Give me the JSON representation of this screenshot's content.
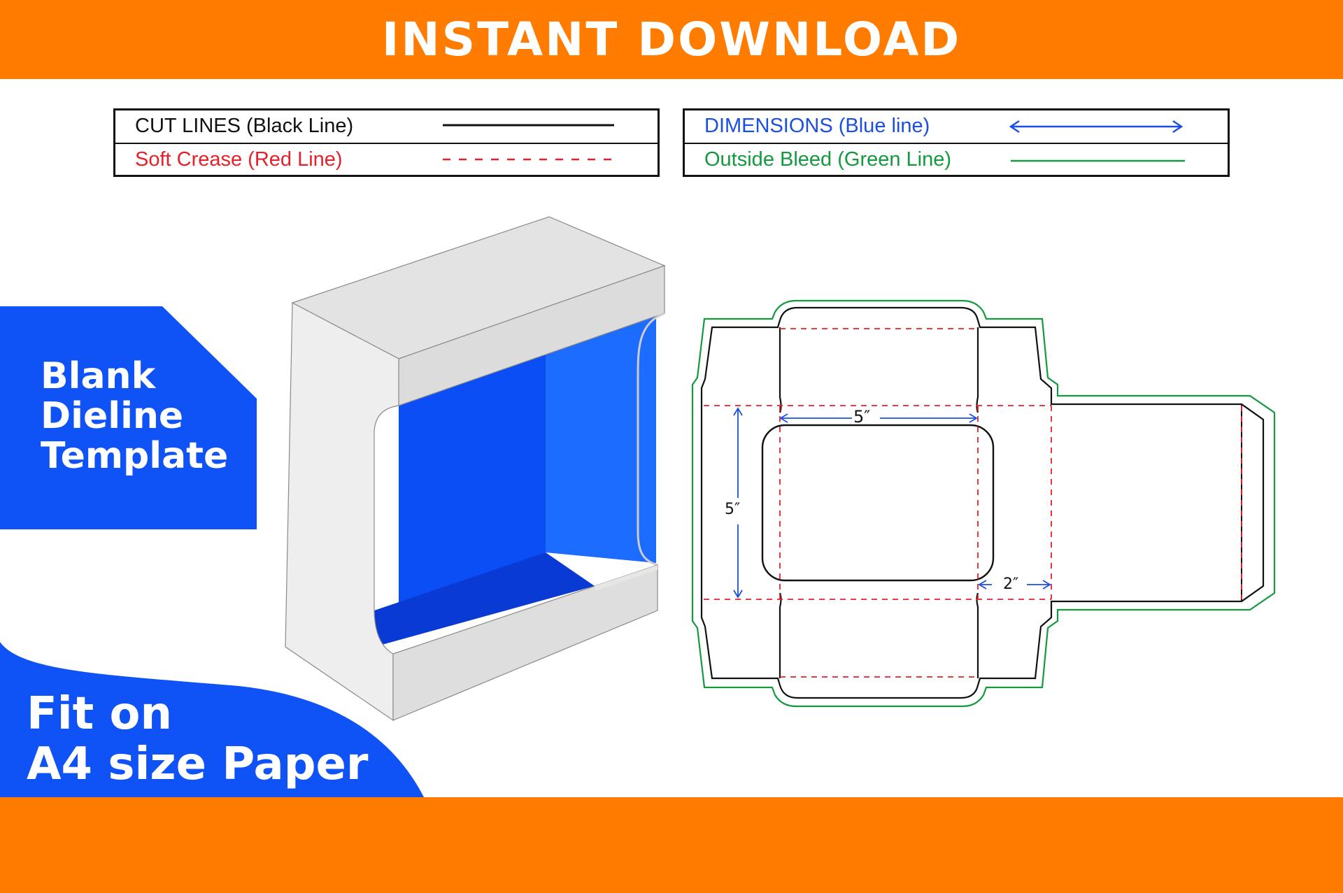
{
  "banner": {
    "title": "INSTANT DOWNLOAD"
  },
  "legend": {
    "cut_lines": "CUT LINES (Black Line)",
    "soft_crease": "Soft Crease (Red Line)",
    "dimensions": "DIMENSIONS (Blue line)",
    "outside_bleed": "Outside Bleed (Green Line)"
  },
  "side_panel": {
    "blank_line1": "Blank",
    "blank_line2": "Dieline",
    "blank_line3": "Template",
    "fit_line1": "Fit on",
    "fit_line2": "A4 size Paper"
  },
  "dieline": {
    "width_label": "5″",
    "height_label": "5″",
    "flap_label": "2″"
  },
  "colors": {
    "orange": "#ff7c00",
    "blue": "#0f52f5",
    "cut": "#111111",
    "crease": "#e8202a",
    "dimension": "#1a4fe0",
    "bleed": "#139a3e"
  }
}
